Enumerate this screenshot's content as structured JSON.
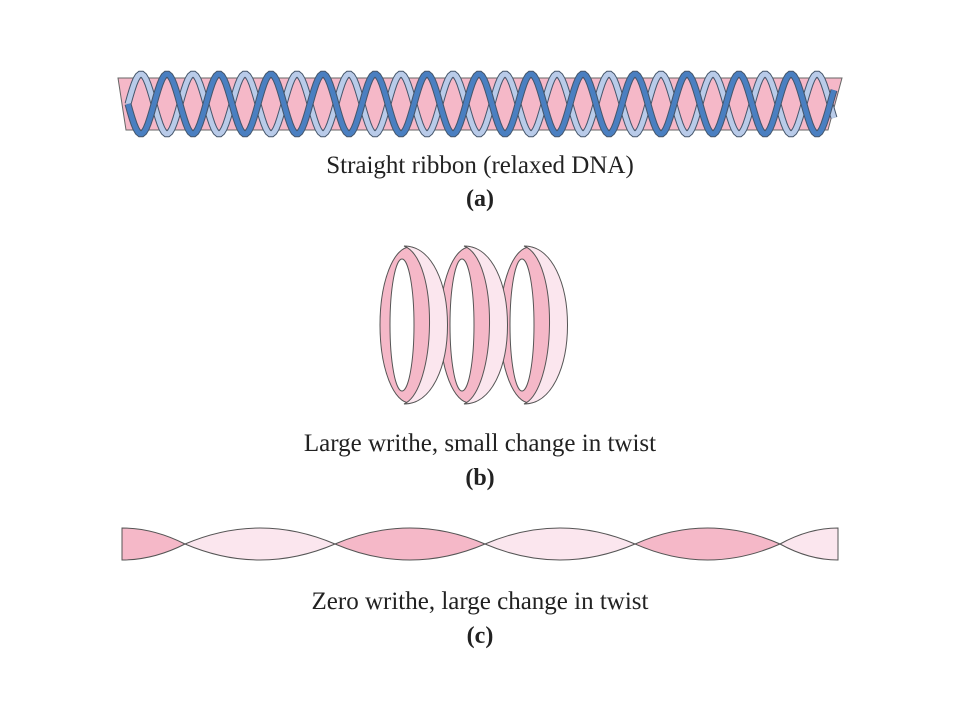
{
  "panels": [
    {
      "id": "a",
      "caption": "Straight ribbon (relaxed DNA)",
      "tag": "(a)"
    },
    {
      "id": "b",
      "caption": "Large writhe, small change in twist",
      "tag": "(b)"
    },
    {
      "id": "c",
      "caption": "Zero writhe, large change in twist",
      "tag": "(c)"
    }
  ],
  "colors": {
    "ribbon_pink": "#f5b8c8",
    "ribbon_light": "#fbe6ee",
    "strand_dark": "#4a7fc1",
    "strand_light": "#b9cbe9",
    "outline": "#555555"
  }
}
